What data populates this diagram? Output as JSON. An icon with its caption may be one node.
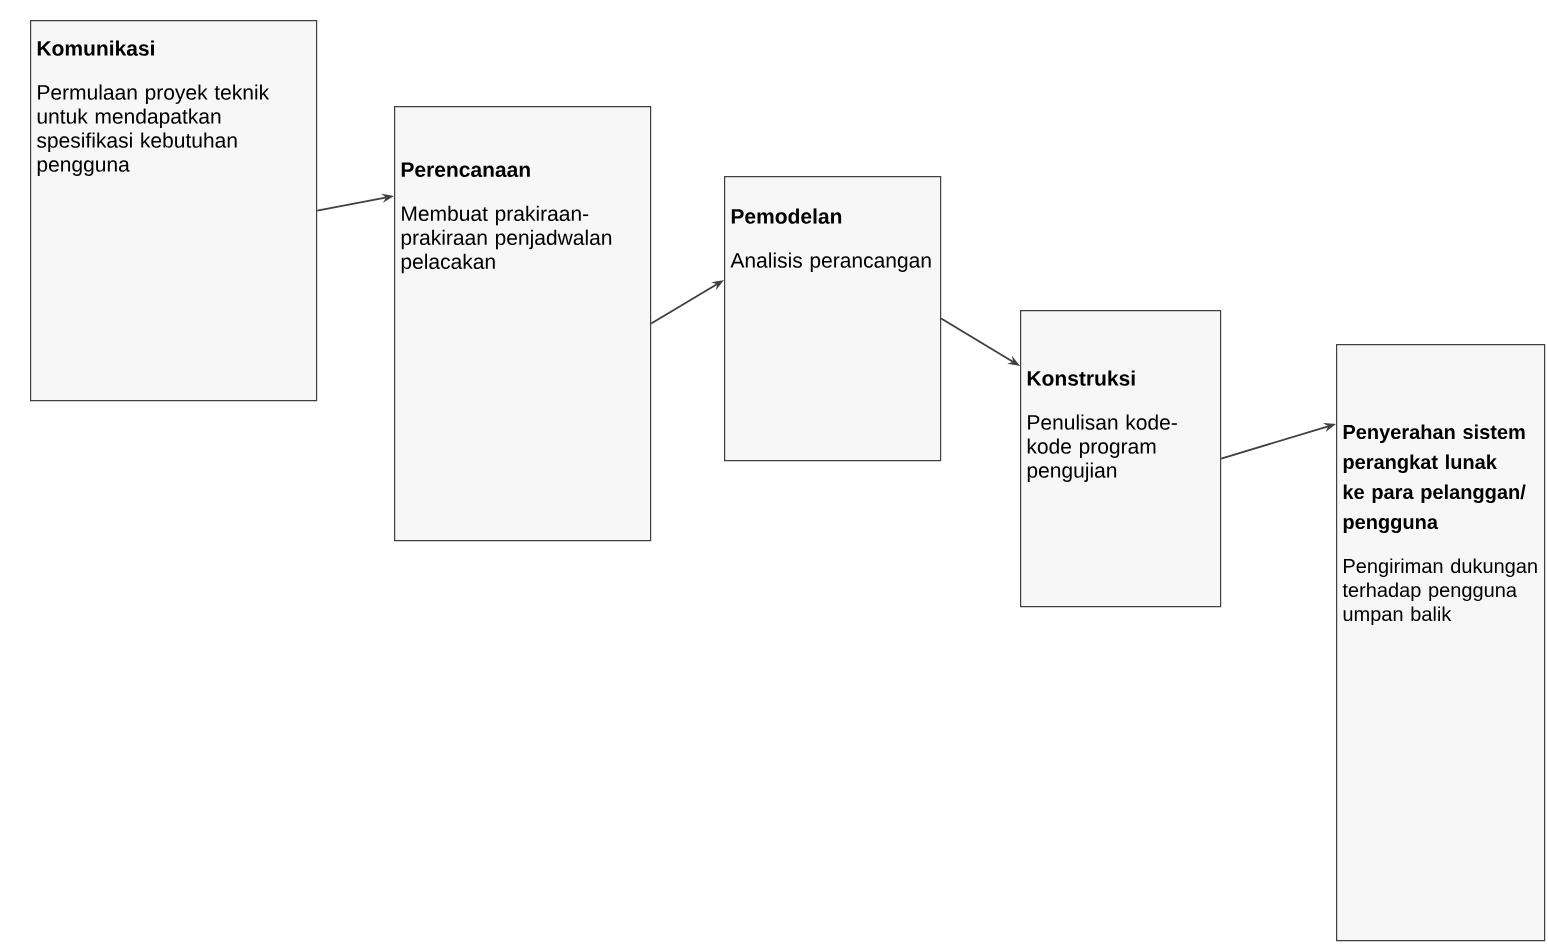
{
  "diagram": {
    "nodes": [
      {
        "text": [
          "Komunikasi",
          "Permulaan proyek teknik untuk mendapatkan spesifikasi kebutuhan pengguna"
        ]
      },
      {
        "text": [
          "Perencanaan",
          "Membuat prakiraan-prakiraan penjadwalan pelacakan"
        ]
      },
      {
        "text": [
          "Pemodelan",
          "Analisis perancangan"
        ]
      },
      {
        "text": [
          "Konstruksi",
          "Penulisan kode-kode program pengujian"
        ]
      },
      {
        "text": [
          "Penyerahan sistem perangkat lunak ke para pelanggan/ pengguna",
          "Pengiriman dukungan terhadap pengguna umpan balik"
        ]
      }
    ],
    "edges": [
      {
        "from": 0,
        "to": 1,
        "arrow": "to"
      },
      {
        "from": 1,
        "to": 2,
        "arrow": "to"
      },
      {
        "from": 2,
        "to": 3,
        "arrow": "to"
      },
      {
        "from": 3,
        "to": 4,
        "arrow": "to"
      }
    ]
  }
}
